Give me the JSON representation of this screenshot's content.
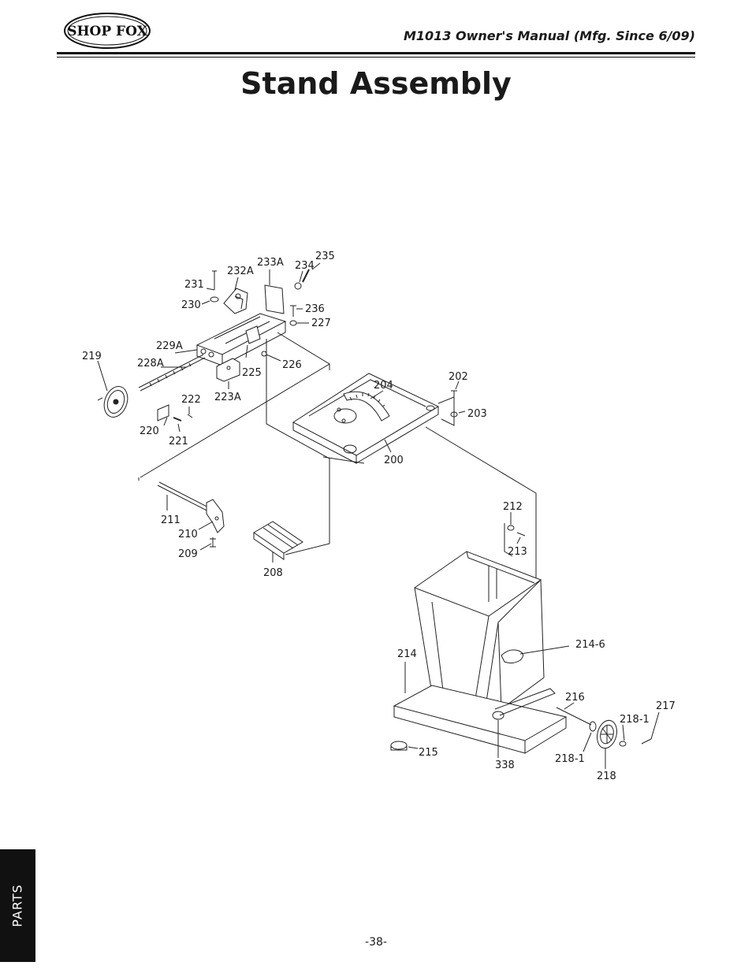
{
  "header": {
    "logo_text": "SHOP FOX",
    "manual_title": "M1013 Owner's Manual (Mfg. Since 6/09)"
  },
  "page_title": "Stand Assembly",
  "part_labels": {
    "p200": "200",
    "p202": "202",
    "p203": "203",
    "p204": "204",
    "p208": "208",
    "p209": "209",
    "p210": "210",
    "p211": "211",
    "p212": "212",
    "p213": "213",
    "p214": "214",
    "p214_6": "214-6",
    "p215": "215",
    "p216": "216",
    "p217": "217",
    "p218": "218",
    "p218_1a": "218-1",
    "p218_1b": "218-1",
    "p219": "219",
    "p220": "220",
    "p221": "221",
    "p222": "222",
    "p223A": "223A",
    "p225": "225",
    "p226": "226",
    "p227": "227",
    "p228A": "228A",
    "p229A": "229A",
    "p230": "230",
    "p231": "231",
    "p232A": "232A",
    "p233A": "233A",
    "p234": "234",
    "p235": "235",
    "p236": "236",
    "p338": "338"
  },
  "side_tab": {
    "label": "PARTS"
  },
  "footer": {
    "page_number": "-38-"
  }
}
